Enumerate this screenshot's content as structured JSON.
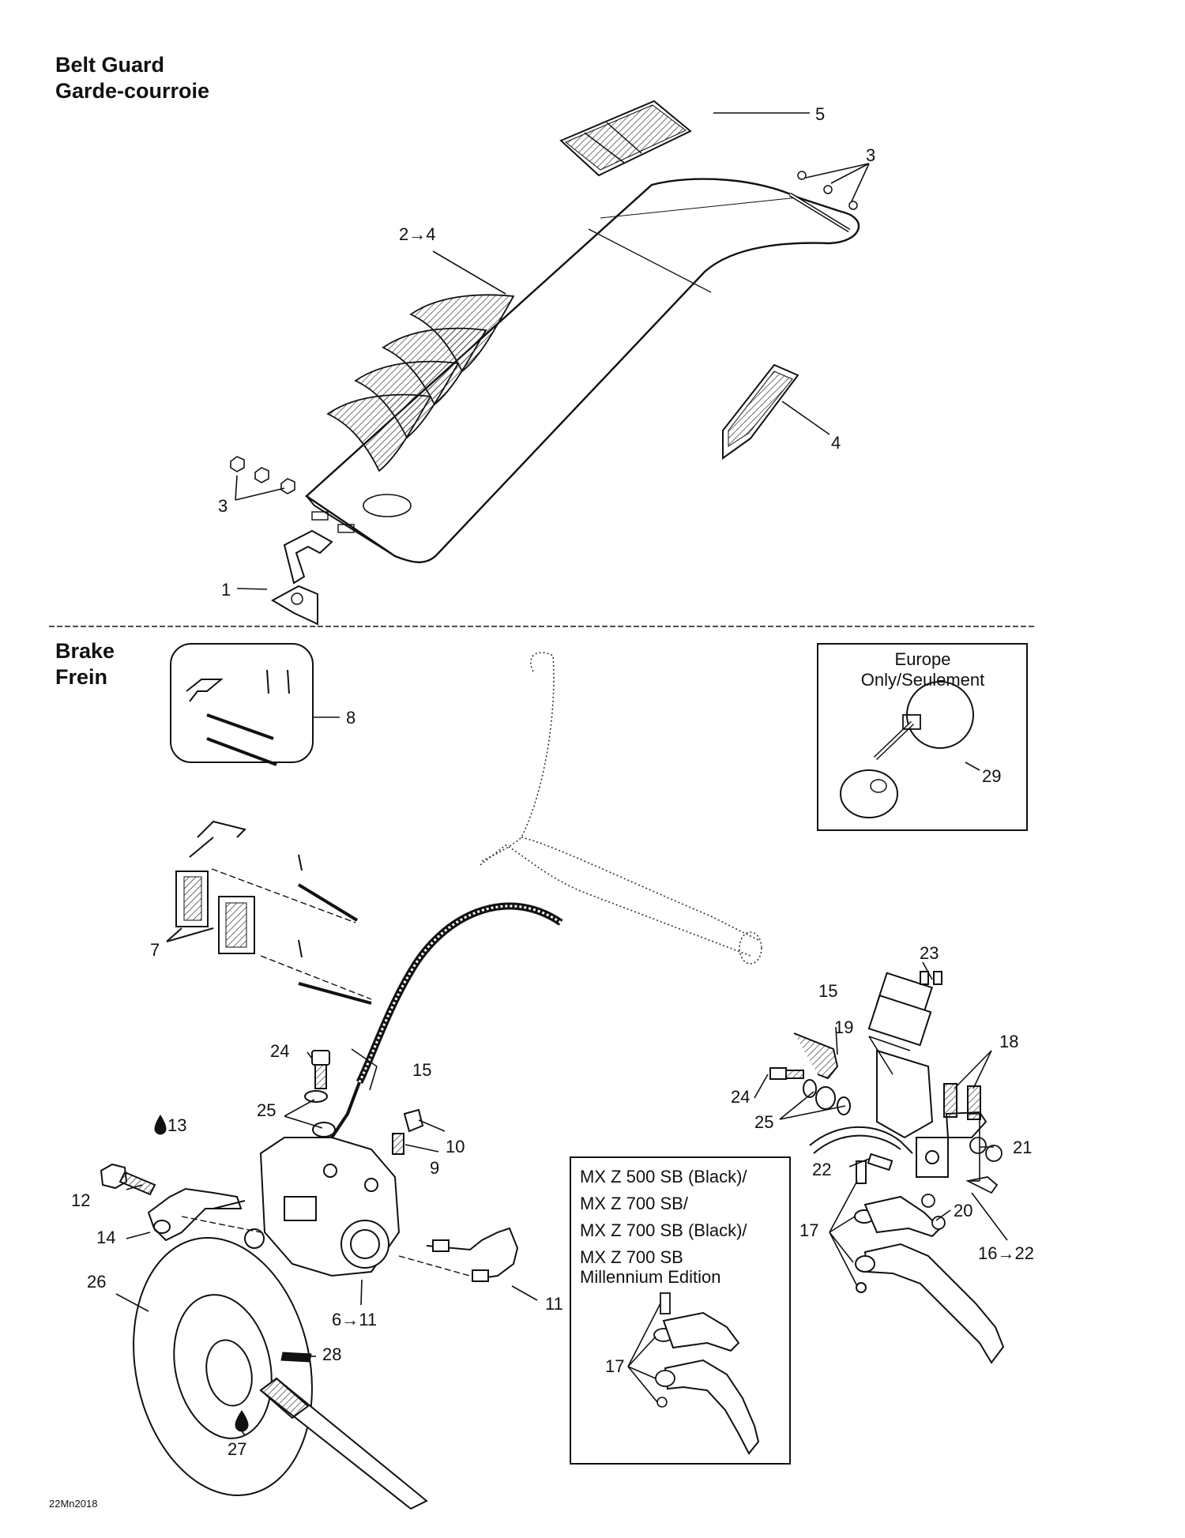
{
  "sections": {
    "belt_guard": {
      "title_en": "Belt Guard",
      "title_fr": "Garde-courroie"
    },
    "brake": {
      "title_en": "Brake",
      "title_fr": "Frein"
    }
  },
  "europe_box": {
    "line1": "Europe",
    "line2": "Only/Seulement",
    "callout": "29"
  },
  "model_box": {
    "lines": [
      "MX Z 500 SB (Black)/",
      "MX Z 700 SB/",
      "MX Z 700 SB (Black)/",
      "MX Z 700 SB",
      "Millennium Edition"
    ],
    "callout": "17"
  },
  "callouts": {
    "belt_guard": {
      "c1": "1",
      "c2_4": "2→4",
      "c3_top": "3",
      "c3_left": "3",
      "c4": "4",
      "c5": "5"
    },
    "brake": {
      "c6_11": "6→11",
      "c7": "7",
      "c8": "8",
      "c9": "9",
      "c10": "10",
      "c11": "11",
      "c12": "12",
      "c13": "13",
      "c14": "14",
      "c15_left": "15",
      "c15_right": "15",
      "c16_22": "16→22",
      "c17": "17",
      "c18": "18",
      "c19": "19",
      "c20": "20",
      "c21": "21",
      "c22": "22",
      "c23": "23",
      "c24_left": "24",
      "c24_right": "24",
      "c25_left": "25",
      "c25_right": "25",
      "c26": "26",
      "c27": "27",
      "c28": "28"
    }
  },
  "reference_code": "22Mn2018"
}
